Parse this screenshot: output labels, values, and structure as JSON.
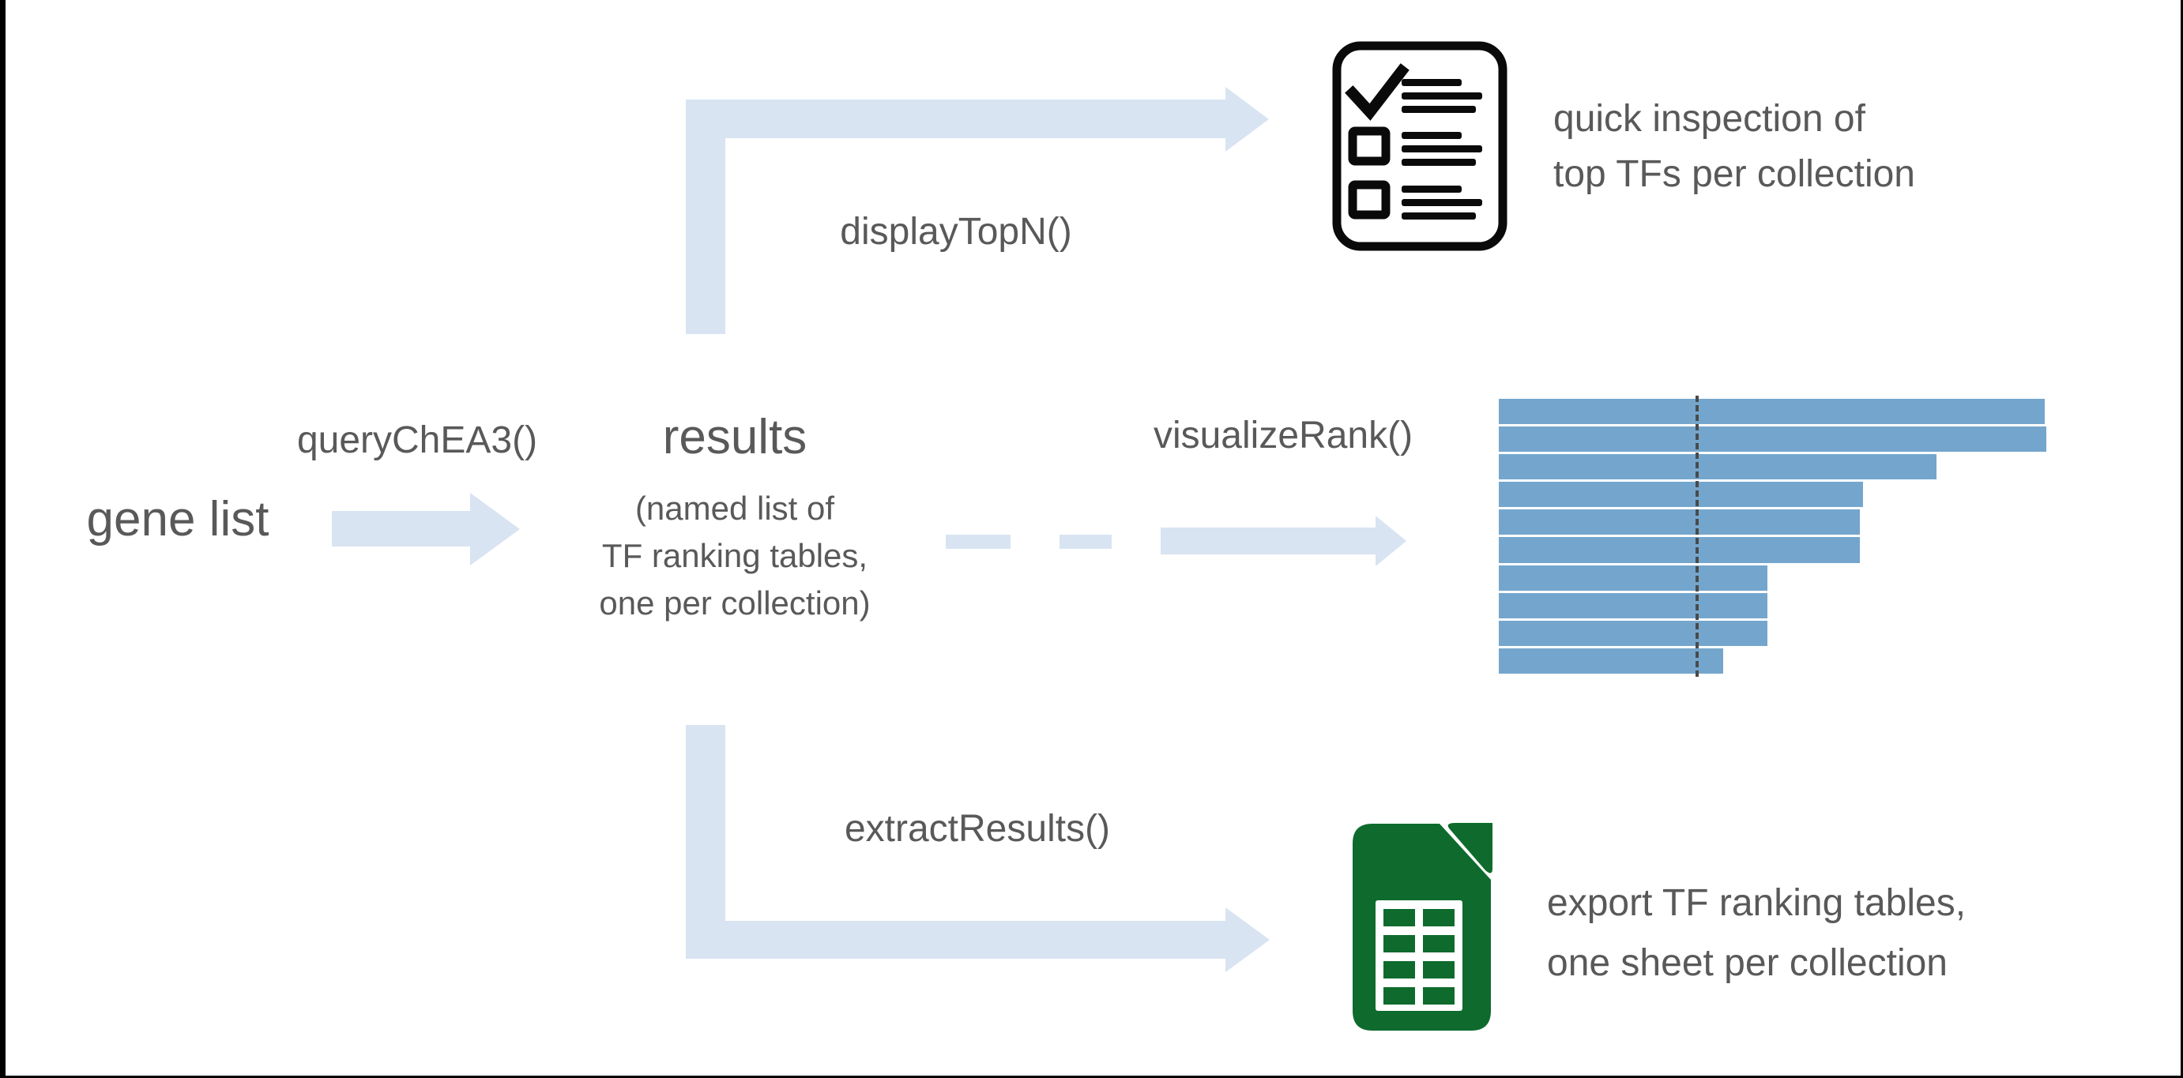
{
  "diagram": {
    "nodes": {
      "gene_list": {
        "label": "gene list"
      },
      "results": {
        "title": "results",
        "subtitle_lines": [
          "(named list of",
          "TF ranking tables,",
          "one per collection)"
        ]
      }
    },
    "function_labels": {
      "query": "queryChEA3()",
      "display_top_n": "displayTopN()",
      "visualize_rank": "visualizeRank()",
      "extract_results": "extractResults()"
    },
    "outputs": {
      "inspection": {
        "icon": "checklist-icon",
        "caption_lines": [
          "quick inspection of",
          "top TFs per collection"
        ]
      },
      "ranking_plot": {
        "icon": "horizontal-bar-chart"
      },
      "export": {
        "icon": "spreadsheet-icon",
        "caption_lines": [
          "export TF ranking tables,",
          "one sheet per collection"
        ]
      }
    },
    "colors": {
      "arrow_fill": "#d9e4f2",
      "bar_fill": "#74a6cd",
      "text": "#595959",
      "icon_black": "#0a0a0a",
      "icon_green": "#0e6b2d",
      "reference_line": "#4a4a4a",
      "edge": "#000000"
    }
  },
  "chart_data": {
    "type": "bar",
    "orientation": "horizontal",
    "title": "",
    "xlabel": "",
    "ylabel": "",
    "bars": 10,
    "values": [
      99.7,
      100,
      80,
      66.5,
      66,
      66,
      49,
      49,
      49,
      41
    ],
    "units": "relative bar length, percent of longest bar",
    "reference_line_pct_of_max": 36,
    "legend": false,
    "grid": false,
    "tick_labels_visible": false
  }
}
